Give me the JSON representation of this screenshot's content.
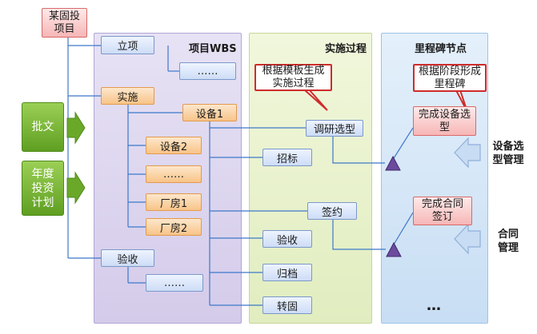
{
  "header": {
    "project_label": "某固投\n项目"
  },
  "inputs": {
    "approval": "批文",
    "annual_plan": "年度\n投资\n计划"
  },
  "wbs": {
    "title": "项目WBS",
    "items": {
      "lixiang": "立项",
      "lixiang_sub": "……",
      "shishi": "实施",
      "shebei1": "设备1",
      "shebei2": "设备2",
      "dots_mid": "……",
      "changfang1": "厂房1",
      "changfang2": "厂房2",
      "yanshou": "验收",
      "yanshou_sub": "……"
    }
  },
  "process": {
    "title": "实施过程",
    "callout": "根据模板生成\n实施过程",
    "steps": {
      "diaoyan": "调研选型",
      "zhaobiao": "招标",
      "qianyue": "签约",
      "yanshou": "验收",
      "guidang": "归档",
      "zhuangu": "转固"
    }
  },
  "milestones": {
    "title": "里程碑节点",
    "callout": "根据阶段形成\n里程碑",
    "m1": "完成设备选\n型",
    "m2": "完成合同\n签订",
    "more": "…"
  },
  "outputs": {
    "equipment_mgmt": "设备选\n型管理",
    "contract_mgmt": "合同\n管理"
  },
  "colors": {
    "wbs_panel": "#dcd5ee",
    "process_panel": "#eaf3cf",
    "milestone_panel": "#d6e8f8",
    "connector": "#3d78c9",
    "marker": "#6c4a9e",
    "callout_border": "#cf2b2b"
  }
}
